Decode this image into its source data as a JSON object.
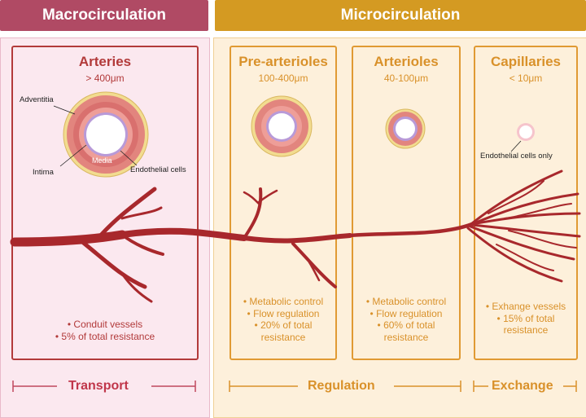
{
  "headers": {
    "macro": "Macrocirculation",
    "micro": "Microcirculation"
  },
  "vessels": [
    {
      "title": "Arteries",
      "size": "> 400μm",
      "bullets": [
        "• Conduit vessels",
        "• 5% of total resistance"
      ]
    },
    {
      "title": "Pre-arterioles",
      "size": "100-400μm",
      "bullets": [
        "• Metabolic control",
        "• Flow regulation",
        "• 20% of total",
        "resistance"
      ]
    },
    {
      "title": "Arterioles",
      "size": "40-100μm",
      "bullets": [
        "• Metabolic control",
        "• Flow regulation",
        "• 60% of total",
        "resistance"
      ]
    },
    {
      "title": "Capillaries",
      "size": "< 10μm",
      "bullets": [
        "• Exhange vessels",
        "• 15% of total",
        "resistance"
      ]
    }
  ],
  "artery_labels": {
    "adventitia": "Adventitia",
    "intima": "Intima",
    "media": "Media",
    "endothelial": "Endothelial cells"
  },
  "capillary_label": "Endothelial cells only",
  "footer": {
    "transport": "Transport",
    "regulation": "Regulation",
    "exchange": "Exchange"
  },
  "colors": {
    "macro": "#b04a64",
    "micro": "#d49a22",
    "vessel": "#a8282c",
    "box_red": "#b23a3a",
    "box_orange": "#e09a33"
  }
}
